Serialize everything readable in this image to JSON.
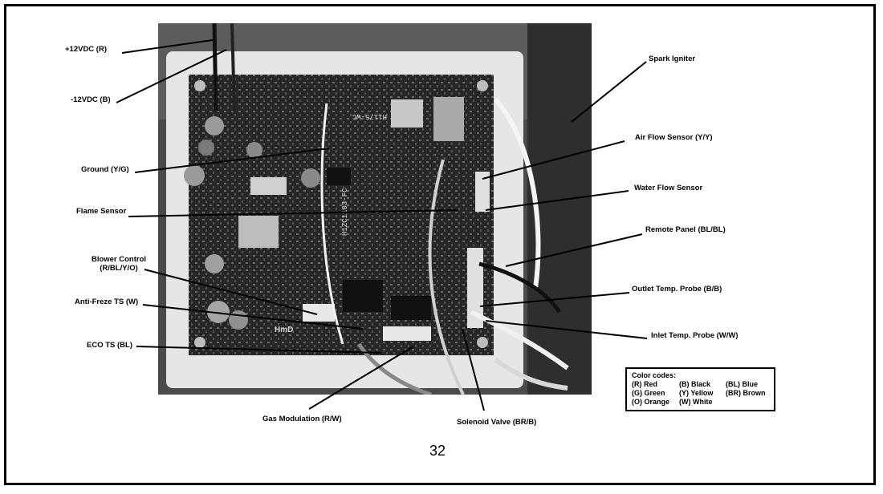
{
  "labels": {
    "plus12vdc": "+12VDC (R)",
    "minus12vdc": "-12VDC (B)",
    "ground": "Ground (Y/G)",
    "flame_sensor": "Flame Sensor",
    "blower_control_line1": "Blower Control",
    "blower_control_line2": "(R/BL/Y/O)",
    "anti_freeze": "Anti-Freze TS (W)",
    "eco_ts": "ECO TS (BL)",
    "gas_modulation": "Gas Modulation (R/W)",
    "solenoid_valve": "Solenoid Valve (BR/B)",
    "spark_igniter": "Spark Igniter",
    "air_flow_sensor": "Air Flow Sensor (Y/Y)",
    "water_flow_sensor": "Water Flow Sensor",
    "remote_panel": "Remote Panel (BL/BL)",
    "outlet_temp_probe": "Outlet Temp. Probe (B/B)",
    "inlet_temp_probe": "Inlet Temp. Probe (W/W)"
  },
  "legend": {
    "title": "Color codes:",
    "rows": [
      [
        "(R) Red",
        "(B) Black",
        "(BL) Blue"
      ],
      [
        "(G) Green",
        "(Y) Yellow",
        "(BR) Brown"
      ],
      [
        "(O) Orange",
        "(W) White",
        ""
      ]
    ]
  },
  "photo": {
    "board_markings": [
      "H1175-WC",
      "H1ZC1103-FC",
      "HmD"
    ]
  },
  "page_number": "32"
}
